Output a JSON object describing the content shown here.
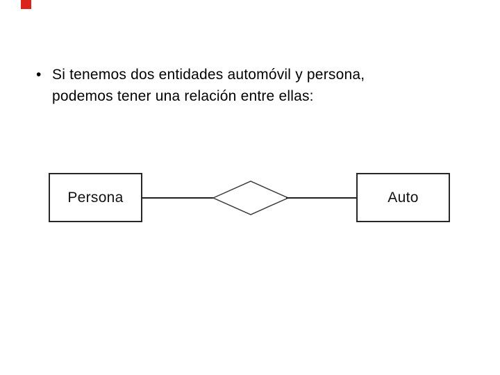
{
  "slide": {
    "marker": {
      "color": "#da251d"
    },
    "bullet": {
      "marker": "•",
      "lines": [
        "Si tenemos dos entidades automóvil y persona,",
        "podemos tener una relación entre ellas:"
      ]
    },
    "diagram": {
      "entity_left": "Persona",
      "entity_right": "Auto",
      "relationship_shape": "diamond",
      "line_color": "#1f1f1f",
      "border_color": "#262626"
    }
  }
}
